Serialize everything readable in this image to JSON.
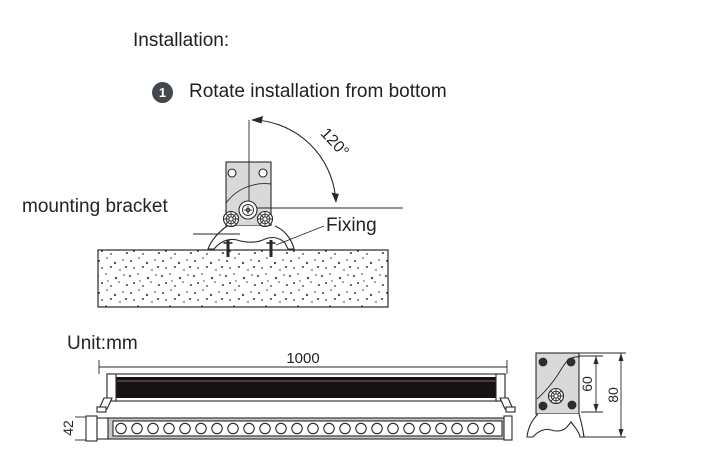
{
  "title": "Installation:",
  "step": {
    "number": "1",
    "label": "Rotate installation from bottom"
  },
  "labels": {
    "mounting_bracket": "mounting bracket",
    "fixing": "Fixing",
    "angle": "120°",
    "unit": "Unit:mm"
  },
  "dimensions": {
    "length": "1000",
    "front_height": "42",
    "bracket_height": "60",
    "total_height": "80"
  },
  "front_view": {
    "led_count": 24
  },
  "colors": {
    "ink": "#2b2627",
    "badge_bg": "#42484e",
    "plate_fill": "#d9d9d9",
    "bar_black": "#171111",
    "bar_gray": "#c6c6c6"
  }
}
